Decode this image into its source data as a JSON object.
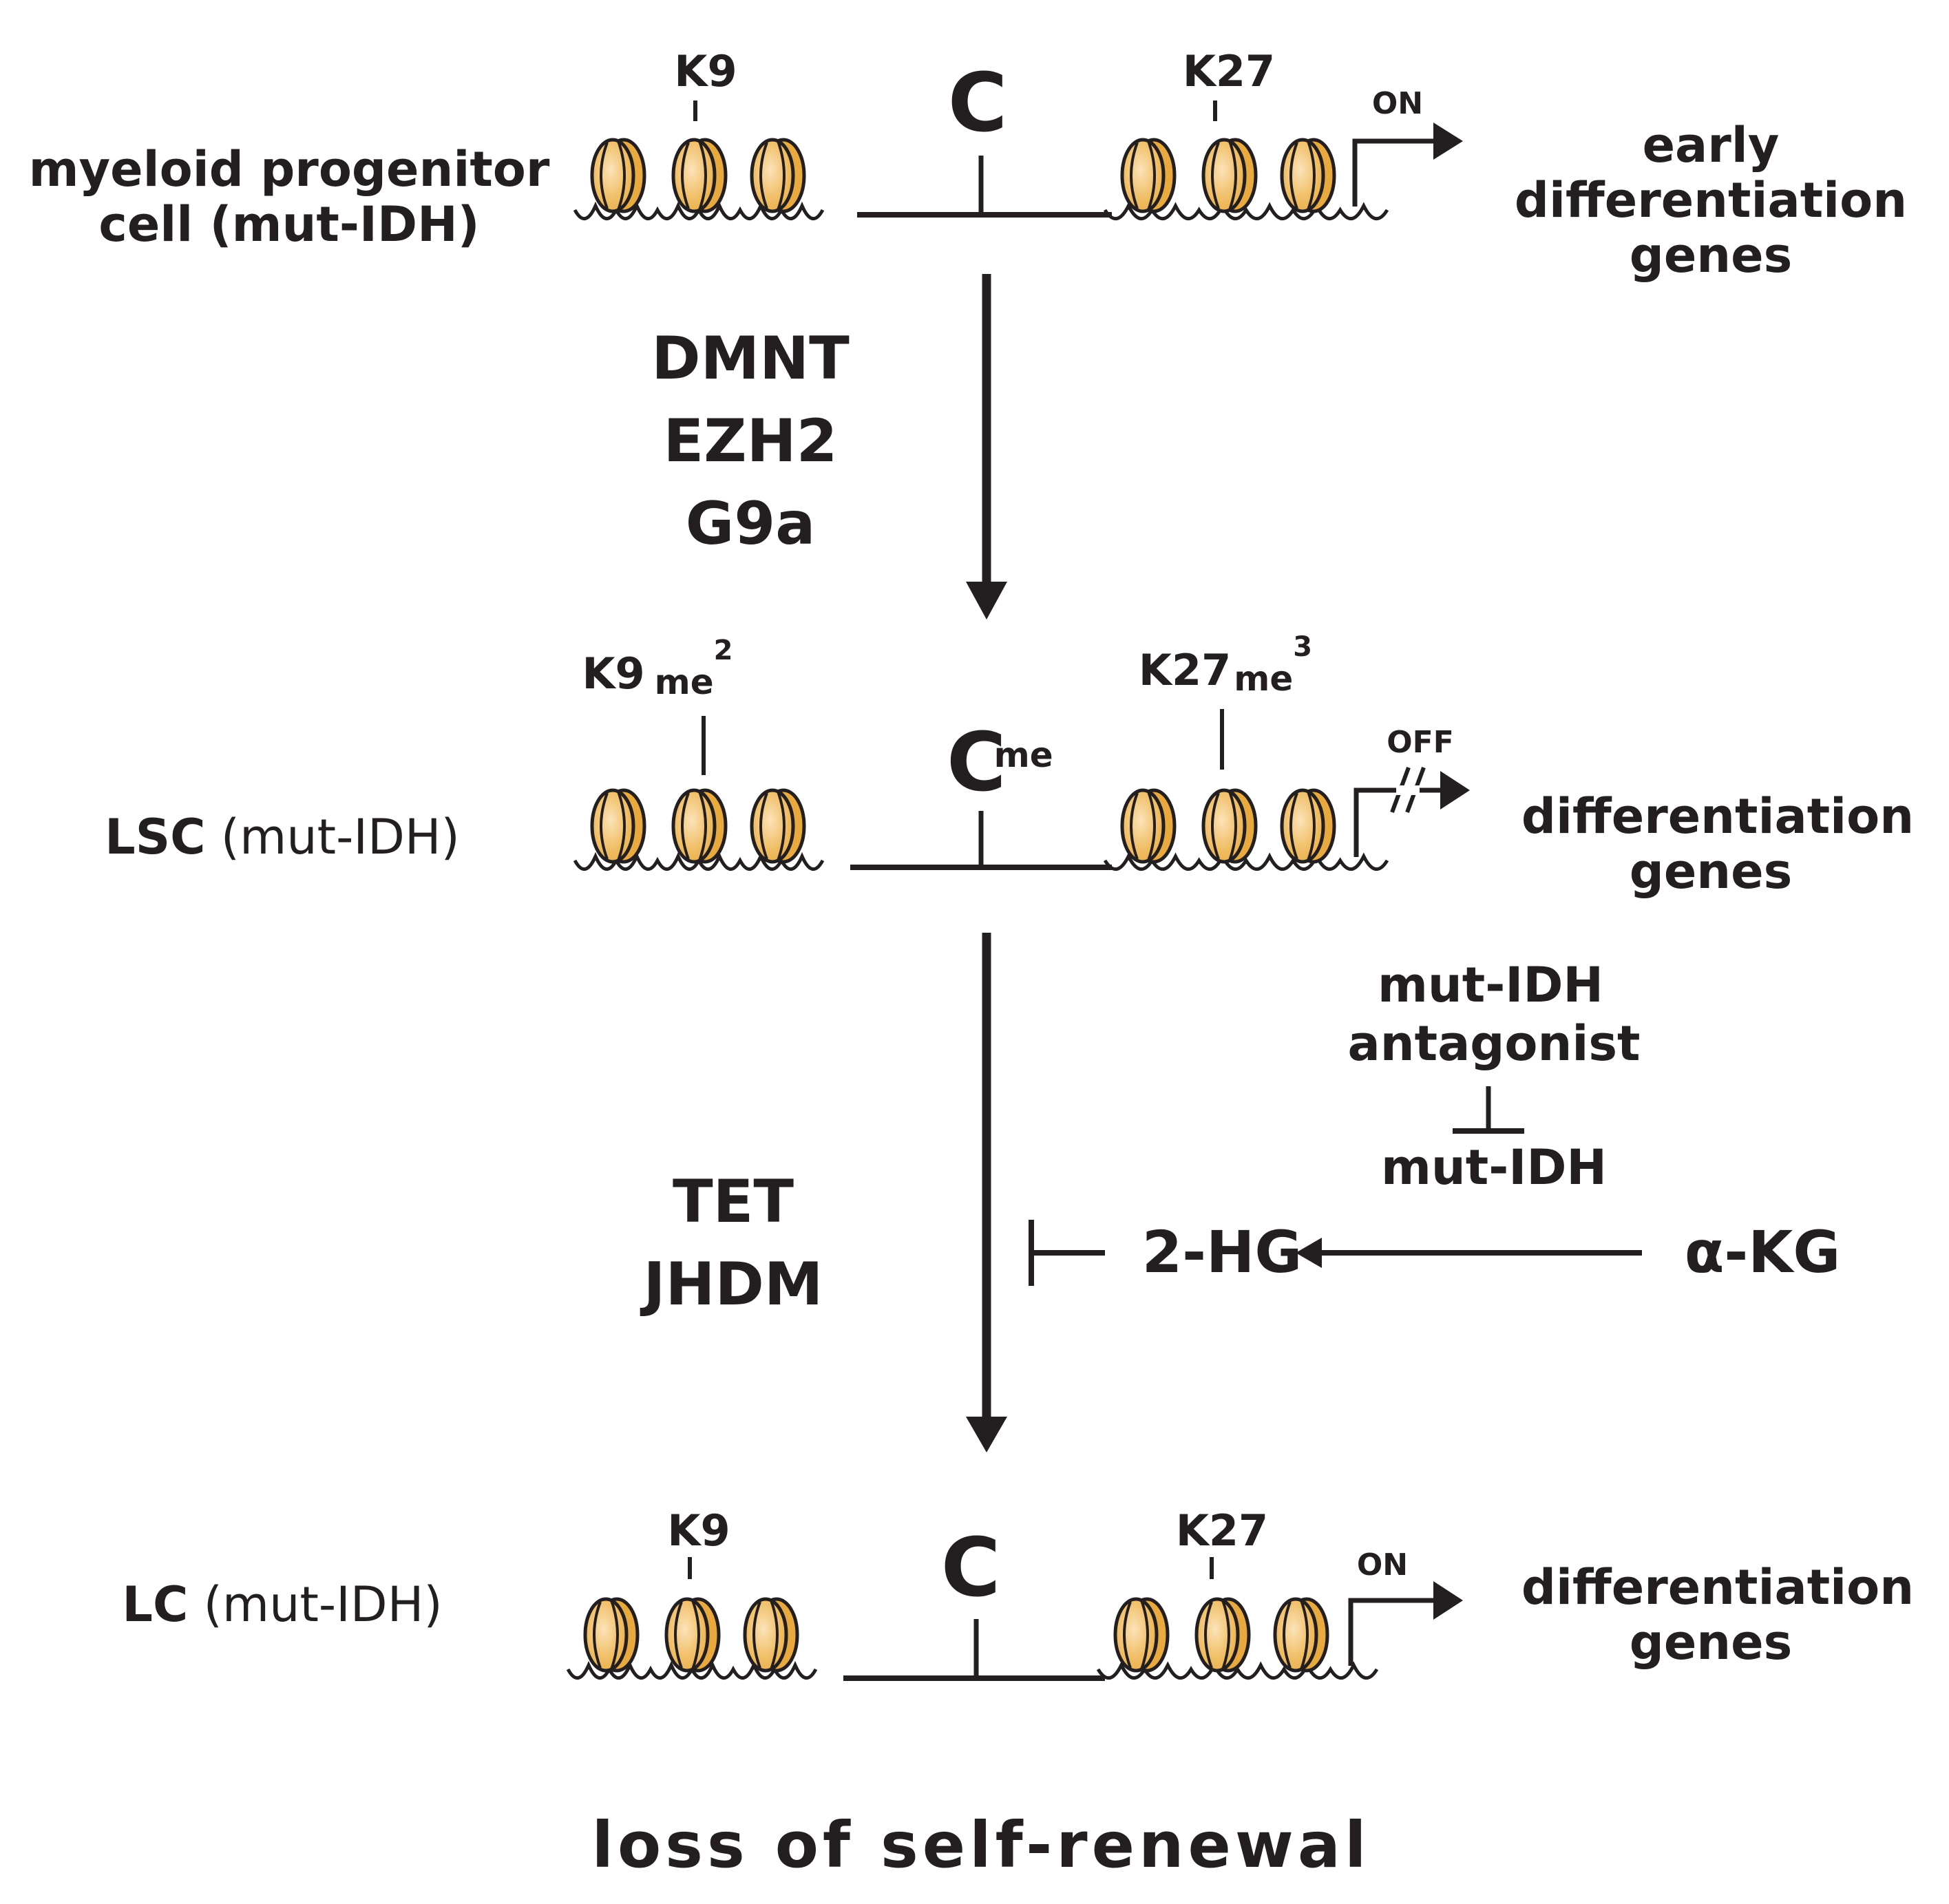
{
  "colors": {
    "nucleosome_fill": "#e8a93e",
    "nucleosome_highlight": "#fbe3b8",
    "line": "#231f20"
  },
  "rows": [
    {
      "cell_label": [
        "myeloid progenitor",
        "cell (mut-IDH)"
      ],
      "k9": "K9",
      "k27": "K27",
      "center": "C",
      "state": "ON",
      "genes": [
        "early",
        "differentiation",
        "genes"
      ]
    },
    {
      "cell_label_bold": "LSC",
      "cell_label_rest": " (mut-IDH)",
      "k9": "K9",
      "k9_me": "me",
      "k9_sup": "2",
      "k27": "K27",
      "k27_me": "me",
      "k27_sup": "3",
      "center": "C",
      "center_me": "me",
      "state": "OFF",
      "genes": [
        "differentiation",
        "genes"
      ]
    },
    {
      "cell_label_bold": "LC",
      "cell_label_rest": " (mut-IDH)",
      "k9": "K9",
      "k27": "K27",
      "center": "C",
      "state": "ON",
      "genes": [
        "differentiation",
        "genes"
      ]
    }
  ],
  "enzymes_down": [
    "DMNT",
    "EZH2",
    "G9a"
  ],
  "enzymes_up": [
    "TET",
    "JHDM"
  ],
  "inhibitor": {
    "antagonist": [
      "mut-IDH",
      "antagonist"
    ],
    "enzyme": "mut-IDH",
    "product": "2-HG",
    "substrate": "α-KG"
  },
  "footer": "loss of self-renewal"
}
